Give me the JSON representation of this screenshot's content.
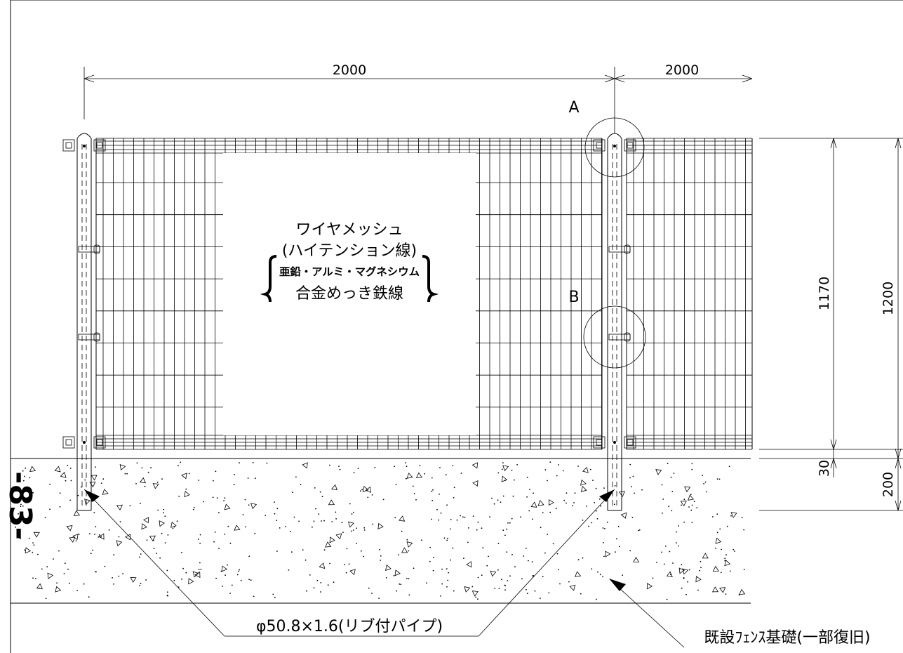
{
  "dimensions": {
    "width_left": "2000",
    "width_right": "2000",
    "height_mesh": "1170",
    "height_total": "1200",
    "gap_bottom": "30",
    "foundation_depth": "200"
  },
  "detail_labels": {
    "a": "A",
    "b": "B"
  },
  "mesh_label": {
    "line1": "ワイヤメッシュ",
    "line2": "(ハイテンション線)",
    "line3": "亜鉛・アルミ・マグネシウム",
    "line4": "合金めっき鉄線"
  },
  "callouts": {
    "pipe": "φ50.8×1.6(リブ付パイプ)",
    "foundation": "既設ﾌｪﾝｽ基礎(一部復旧)"
  },
  "page_number": "-83-"
}
